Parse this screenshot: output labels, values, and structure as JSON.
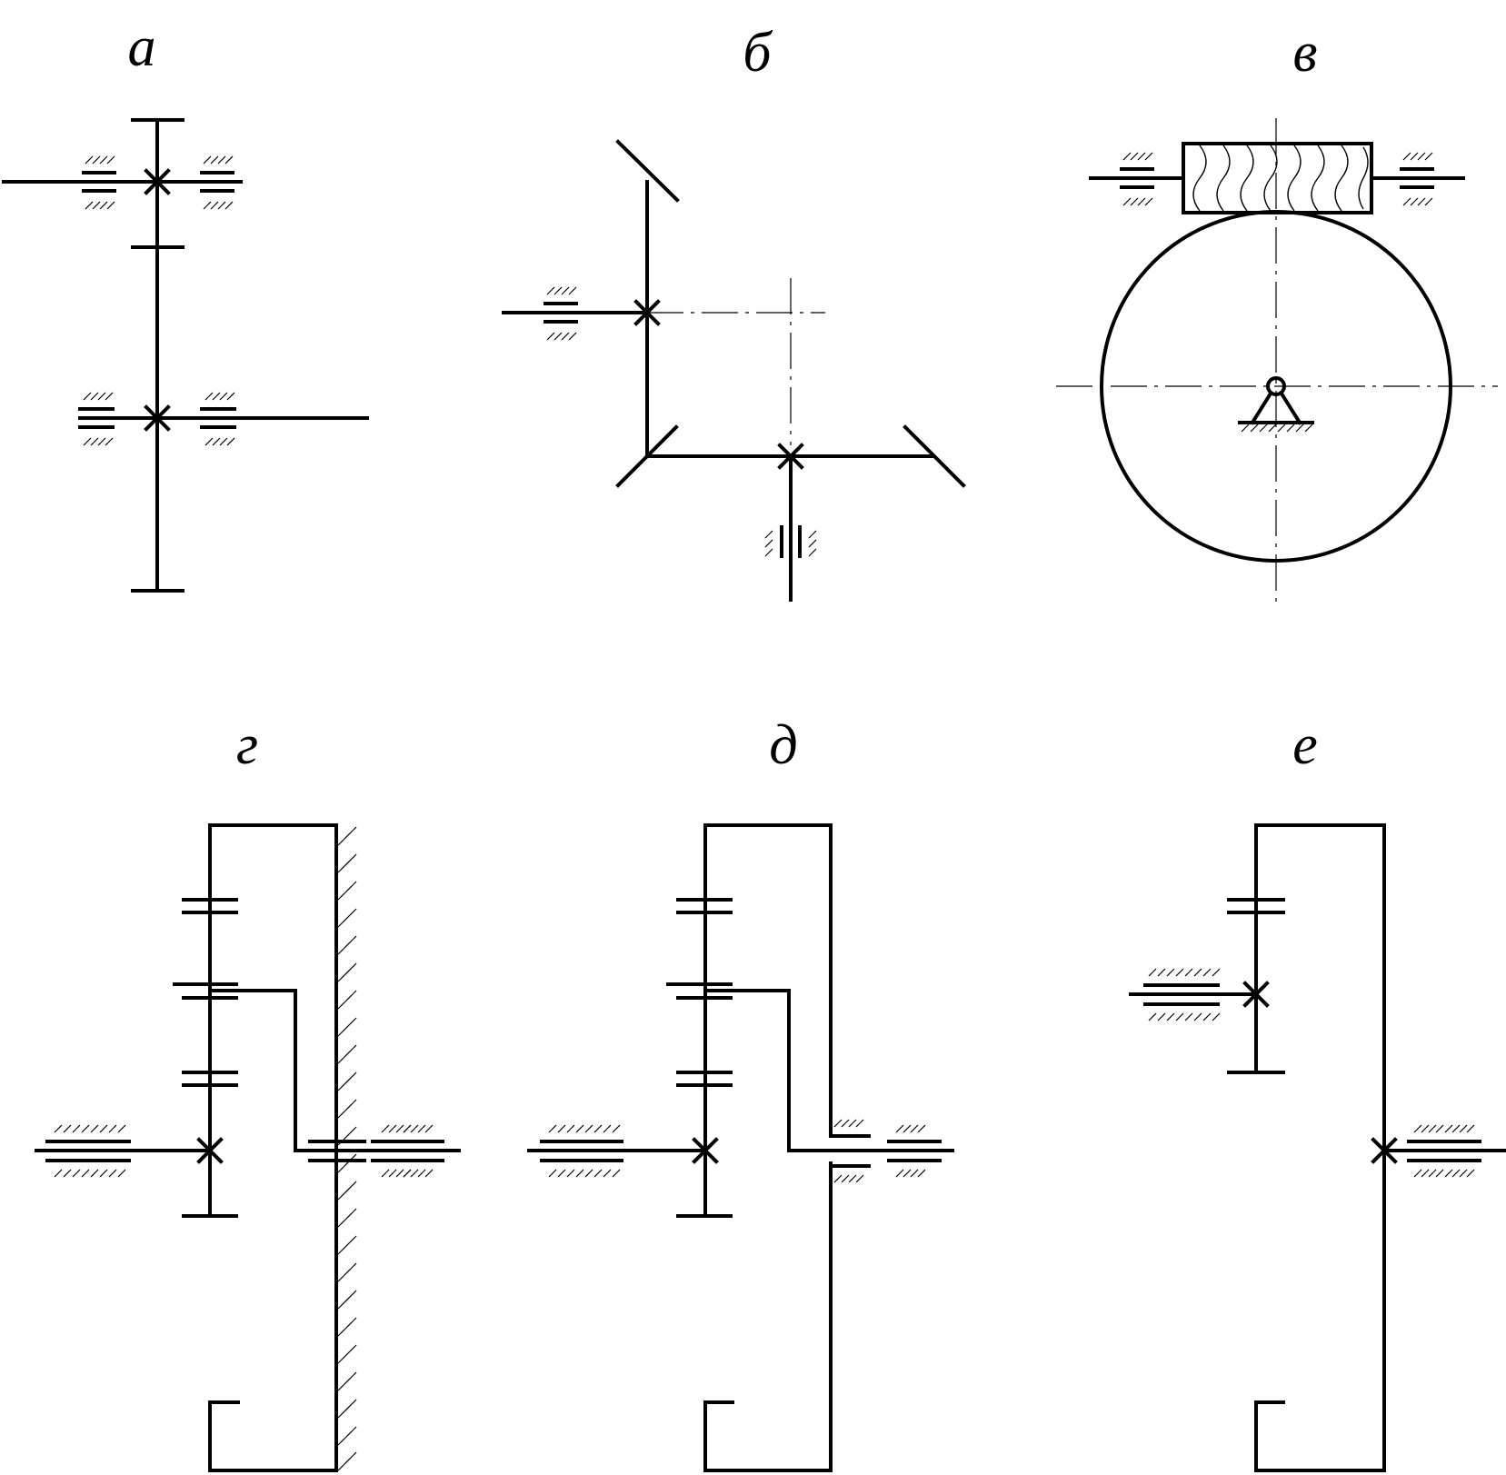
{
  "diagrams": [
    {
      "id": "a",
      "label": "а",
      "type": "spur-gear-pair"
    },
    {
      "id": "b",
      "label": "б",
      "type": "bevel-gear-train"
    },
    {
      "id": "v",
      "label": "в",
      "type": "worm-gear"
    },
    {
      "id": "g",
      "label": "г",
      "type": "planetary-gear-fixed-carrier"
    },
    {
      "id": "d",
      "label": "д",
      "type": "differential-gear"
    },
    {
      "id": "e",
      "label": "е",
      "type": "internal-gear-pair"
    }
  ],
  "colors": {
    "line": "#000000",
    "background": "#ffffff"
  }
}
